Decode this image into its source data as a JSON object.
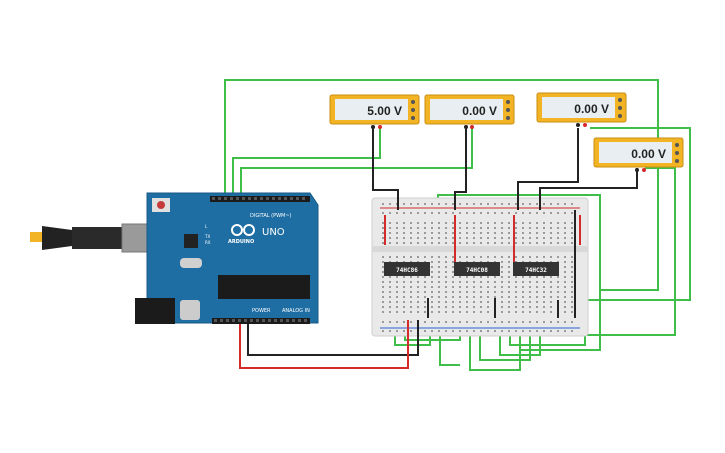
{
  "meters": [
    {
      "id": "meter-1",
      "reading": "5.00 V"
    },
    {
      "id": "meter-2",
      "reading": "0.00 V"
    },
    {
      "id": "meter-3",
      "reading": "0.00 V"
    },
    {
      "id": "meter-4",
      "reading": "0.00 V"
    }
  ],
  "chips": [
    {
      "id": "chip-1",
      "label": "74HC86"
    },
    {
      "id": "chip-2",
      "label": "74HC08"
    },
    {
      "id": "chip-3",
      "label": "74HC32"
    }
  ],
  "arduino": {
    "brand": "ARDUINO",
    "model": "UNO",
    "digital_label": "DIGITAL (PWM~)",
    "power_label": "POWER",
    "analog_label": "ANALOG IN",
    "tx": "TX",
    "rx": "RX",
    "l": "L"
  },
  "colors": {
    "wire_green": "#3fbf4a",
    "wire_black": "#222222",
    "wire_red": "#d42a2a",
    "meter_body": "#f2b325",
    "board_blue": "#1f6ea3",
    "chip": "#333333"
  }
}
